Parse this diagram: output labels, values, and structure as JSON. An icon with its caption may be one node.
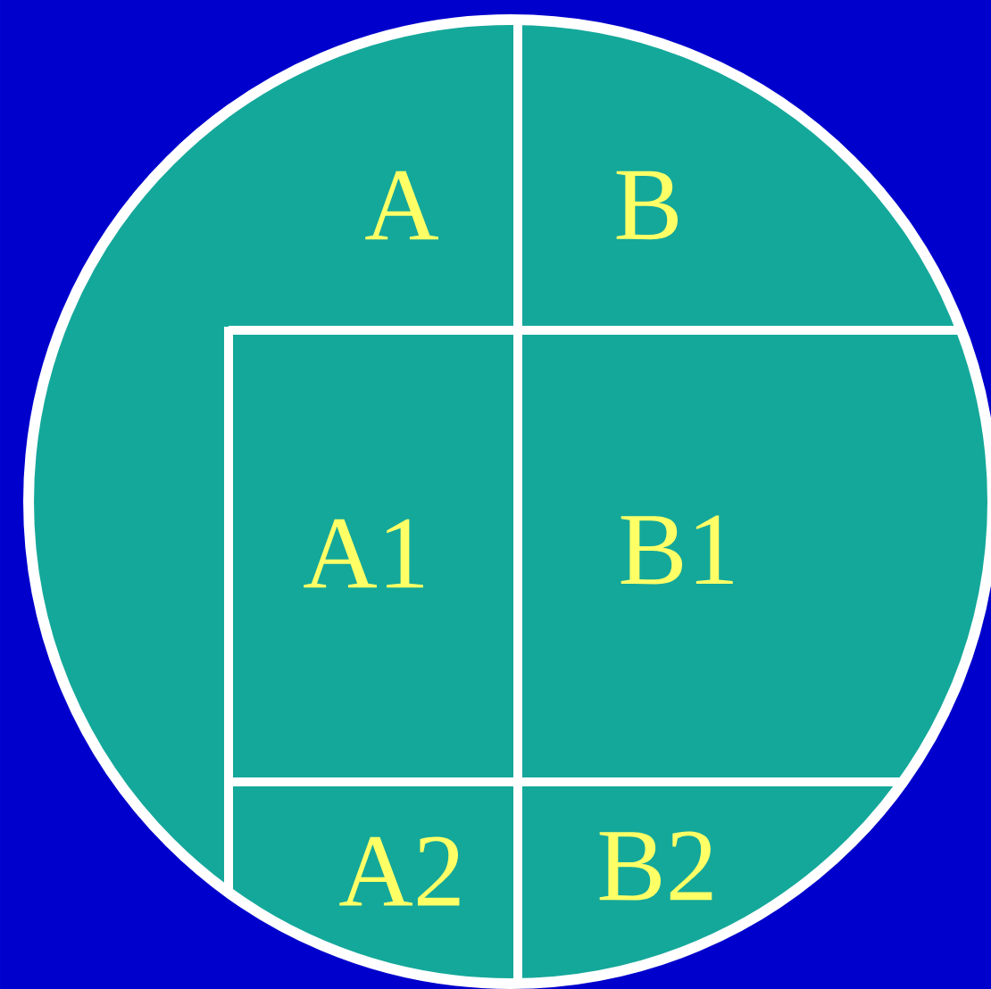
{
  "diagram": {
    "labels": [
      "A",
      "B",
      "A1",
      "B1",
      "A2",
      "B2"
    ]
  }
}
